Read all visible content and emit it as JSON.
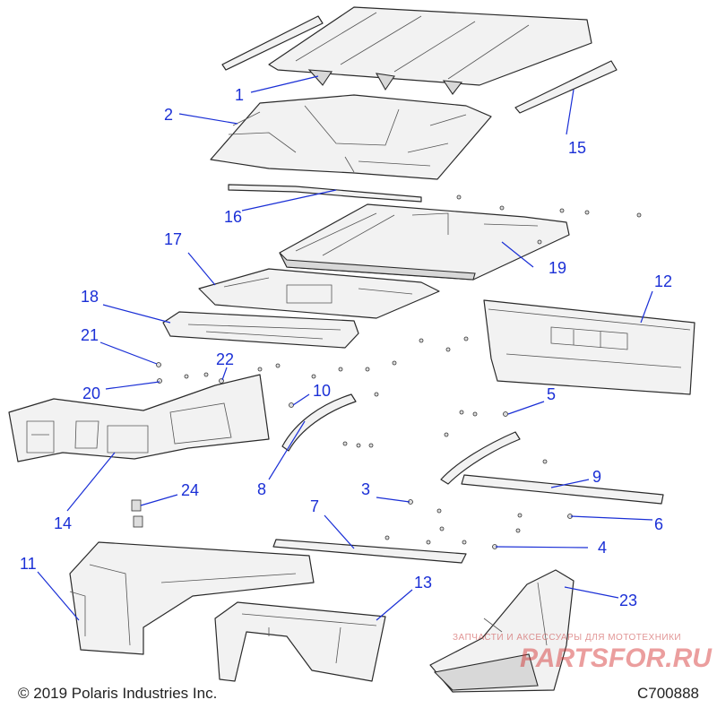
{
  "callouts": [
    {
      "n": "1"
    },
    {
      "n": "2"
    },
    {
      "n": "3"
    },
    {
      "n": "4"
    },
    {
      "n": "5"
    },
    {
      "n": "6"
    },
    {
      "n": "7"
    },
    {
      "n": "8"
    },
    {
      "n": "9"
    },
    {
      "n": "10"
    },
    {
      "n": "11"
    },
    {
      "n": "12"
    },
    {
      "n": "13"
    },
    {
      "n": "14"
    },
    {
      "n": "15"
    },
    {
      "n": "16"
    },
    {
      "n": "17"
    },
    {
      "n": "18"
    },
    {
      "n": "19"
    },
    {
      "n": "20"
    },
    {
      "n": "21"
    },
    {
      "n": "22"
    },
    {
      "n": "23"
    },
    {
      "n": "24"
    }
  ],
  "footer": {
    "copyright": "© 2019 Polaris Industries Inc.",
    "code": "C700888"
  },
  "watermark": {
    "text": "ЗАПЧАСТИ И АКСЕССУАРЫ ДЛЯ МОТОТЕХНИКИ",
    "logo": "PARTSFOR.RU"
  },
  "colors": {
    "callout": "#1a2fd6",
    "line_art": "#2a2a2a"
  }
}
